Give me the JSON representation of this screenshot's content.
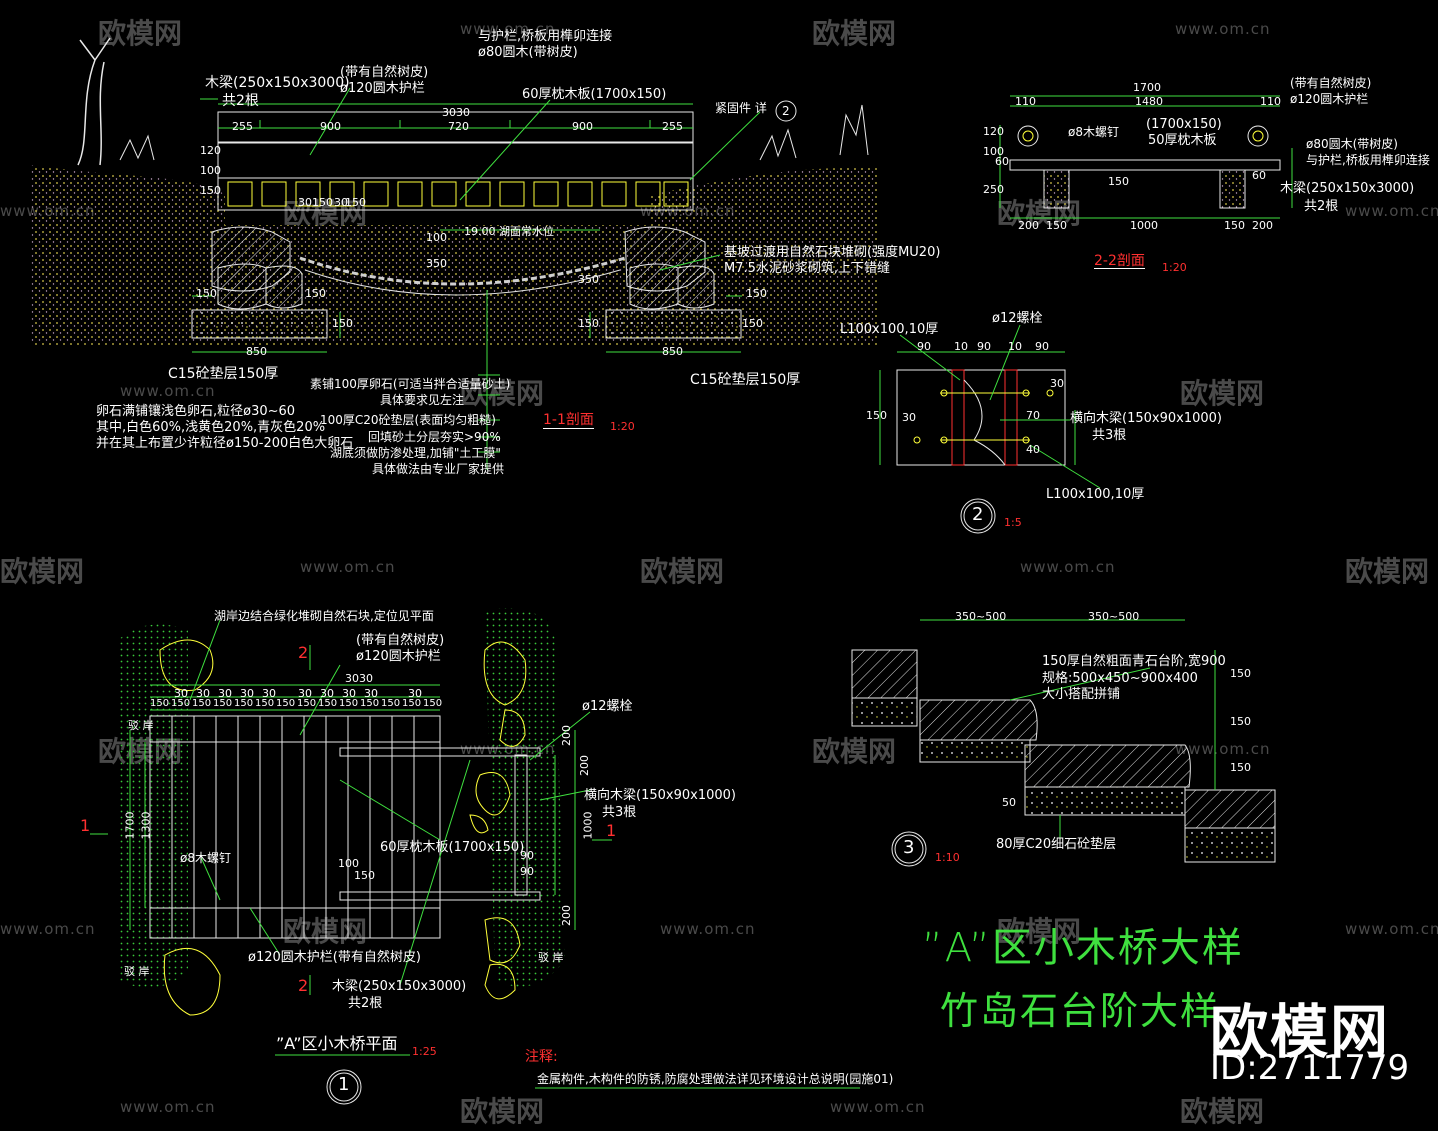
{
  "title": {
    "line1": "”A”区小木桥大样",
    "line2": "竹岛石台阶大样"
  },
  "watermark": {
    "logo": "欧模网",
    "url": "www.om.cn",
    "corner_logo": "欧模网",
    "id": "ID:2711779"
  },
  "section_1_1": {
    "name": "1-1剖面",
    "scale": "1:20",
    "beam_label": "木梁(250x150x3000)",
    "beam_count": "共2根",
    "rail_note": "(带有自然树皮)",
    "rail_label": "ø120圆木护栏",
    "post_note": "与护栏,桥板用榫卯连接",
    "post_label": "ø80圆木(带树皮)",
    "deck_label": "60厚枕木板(1700x150)",
    "detail_ref": "紧固件 详",
    "detail_no": "2",
    "water_label": "19.00 湖面常水位",
    "masonry_1": "基坡过渡用自然石块堆砌(强度MU20)",
    "masonry_2": "M7.5水泥砂浆砌筑,上下错缝",
    "dims_top": [
      "3030",
      "255",
      "900",
      "720",
      "900",
      "255"
    ],
    "dims_side": [
      "120",
      "100",
      "150"
    ],
    "dims_post": [
      "30",
      "150",
      "30",
      "150"
    ],
    "dims_foot": [
      "150",
      "850",
      "150",
      "850",
      "150",
      "350",
      "100",
      "150",
      "150",
      "350",
      "150"
    ],
    "foundation_left": "C15砼垫层150厚",
    "foundation_right": "C15砼垫层150厚",
    "pebble_1": "卵石满铺镶浅色卵石,粒径ø30~60",
    "pebble_2": "其中,白色60%,浅黄色20%,青灰色20%",
    "pebble_3": "并在其上布置少许粒径ø150-200白色大卵石",
    "layer_1": "素铺100厚卵石(可适当拌合适量砂土)",
    "layer_1b": "具体要求见左注",
    "layer_2": "100厚C20砼垫层(表面均匀粗糙)",
    "layer_3": "回填砂土分层夯实>90%",
    "layer_4": "湖底须做防渗处理,加铺\"土工膜\"",
    "layer_4b": "具体做法由专业厂家提供"
  },
  "section_2_2": {
    "name": "2-2剖面",
    "scale": "1:20",
    "dims_top": [
      "1700",
      "110",
      "1480",
      "110"
    ],
    "dims_bottom": [
      "200",
      "150",
      "1000",
      "150",
      "200"
    ],
    "dims_side": [
      "120",
      "100",
      "60",
      "250",
      "150",
      "60"
    ],
    "nail": "ø8木螺钉",
    "deck": "(1700x150)",
    "deck2": "50厚枕木板",
    "rail_note": "(带有自然树皮)",
    "rail_label": "ø120圆木护栏",
    "post": "ø80圆木(带树皮)",
    "post2": "与护栏,桥板用榫卯连接",
    "beam": "木梁(250x150x3000)",
    "beam_count": "共2根"
  },
  "detail_2": {
    "no": "2",
    "scale": "1:5",
    "angle_top": "L100x100,10厚",
    "angle_bottom": "L100x100,10厚",
    "bolt": "ø12螺栓",
    "beam": "横向木梁(150x90x1000)",
    "beam_count": "共3根",
    "dims": [
      "90",
      "10",
      "90",
      "10",
      "90",
      "150",
      "30",
      "30",
      "70",
      "40"
    ]
  },
  "detail_3": {
    "no": "3",
    "scale": "1:10",
    "dims_top": [
      "350~500",
      "350~500"
    ],
    "dims_side": [
      "150",
      "150",
      "150",
      "50"
    ],
    "stone_1": "150厚自然粗面青石台阶,宽900",
    "stone_2": "规格:500x450~900x400",
    "stone_3": "大小搭配拼铺",
    "base": "80厚C20细石砼垫层"
  },
  "plan_view": {
    "name": "”A”区小木桥平面",
    "scale": "1:25",
    "no": "1",
    "edge_note": "湖岸边结合绿化堆砌自然石块,定位见平面",
    "rail_note": "(带有自然树皮)",
    "rail_label": "ø120圆木护栏",
    "rail_note_2": "ø120圆木护栏(带有自然树皮)",
    "bolt": "ø12螺栓",
    "cross_beam": "横向木梁(150x90x1000)",
    "cross_count": "共3根",
    "deck": "60厚枕木板(1700x150)",
    "nail": "ø8木螺钉",
    "beam": "木梁(250x150x3000)",
    "beam_count": "共2根",
    "cut_1": "1",
    "cut_2": "2",
    "shore": "驳  岸",
    "dim_total": "3030",
    "dims_30": [
      "30",
      "30",
      "30",
      "30",
      "30",
      "30",
      "30",
      "30",
      "30",
      "30"
    ],
    "dims_150": [
      "150",
      "150",
      "150",
      "150",
      "150",
      "150",
      "150",
      "150",
      "150",
      "150",
      "150",
      "150",
      "150",
      "150"
    ],
    "dims_side": [
      "1700",
      "1300",
      "200",
      "200",
      "1000",
      "200"
    ],
    "dims_mid": [
      "100",
      "150",
      "90",
      "90"
    ]
  },
  "note": {
    "title": "注释:",
    "text": "金属构件,木构件的防锈,防腐处理做法详见环境设计总说明(园施01)"
  },
  "colors": {
    "line": "#3fe03f",
    "text": "#ffffff",
    "accent": "#ffff3a",
    "red": "#ff3030",
    "watermark": "#4a4a4a",
    "bg": "#000000"
  }
}
